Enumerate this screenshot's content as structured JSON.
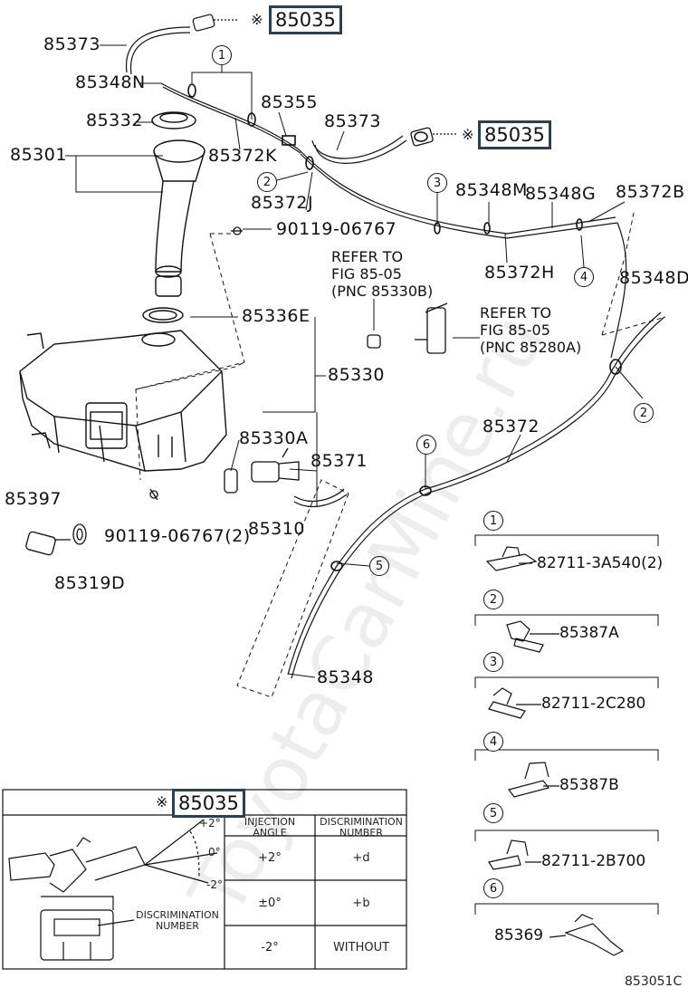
{
  "diagram": {
    "boxed_code": "85035",
    "ref_mark": "※",
    "refer_1": "REFER TO\nFIG 85-05\n(PNC 85330B)",
    "refer_2": "REFER TO\nFIG 85-05\n(PNC 85280A)",
    "labels": {
      "p85373_a": "85373",
      "p85348N": "85348N",
      "p85332": "85332",
      "p85301": "85301",
      "p85355": "85355",
      "p85372K": "85372K",
      "p85373_b": "85373",
      "p85372J": "85372J",
      "p85348M": "85348M",
      "p85348G": "85348G",
      "p85372B": "85372B",
      "p90119_a": "90119-06767",
      "p85372H": "85372H",
      "p85348D": "85348D",
      "p85336E": "85336E",
      "p85330": "85330",
      "p85330A": "85330A",
      "p85371": "85371",
      "p85372": "85372",
      "p85397": "85397",
      "p85310": "85310",
      "p90119_b": "90119-06767(2)",
      "p85319D": "85319D",
      "p85348": "85348"
    },
    "callouts": [
      "1",
      "2",
      "3",
      "4",
      "5",
      "6"
    ],
    "clips": [
      {
        "num": "1",
        "part": "82711-3A540(2)"
      },
      {
        "num": "2",
        "part": "85387A"
      },
      {
        "num": "3",
        "part": "82711-2C280"
      },
      {
        "num": "4",
        "part": "85387B"
      },
      {
        "num": "5",
        "part": "82711-2B700"
      },
      {
        "num": "6",
        "part": "85369"
      }
    ],
    "inset": {
      "angles": [
        "+2°",
        "0°",
        "-2°"
      ],
      "discrimination_label": "DISCRIMINATION\nNUMBER",
      "table": {
        "headers": [
          "INJECTION\nANGLE",
          "DISCRIMINATION\nNUMBER"
        ],
        "rows": [
          [
            "+2°",
            "+d"
          ],
          [
            "±0°",
            "+b"
          ],
          [
            "-2°",
            "WITHOUT"
          ]
        ]
      }
    },
    "figure_code": "853051C",
    "watermark": "ToyotaCarMine.ru"
  }
}
